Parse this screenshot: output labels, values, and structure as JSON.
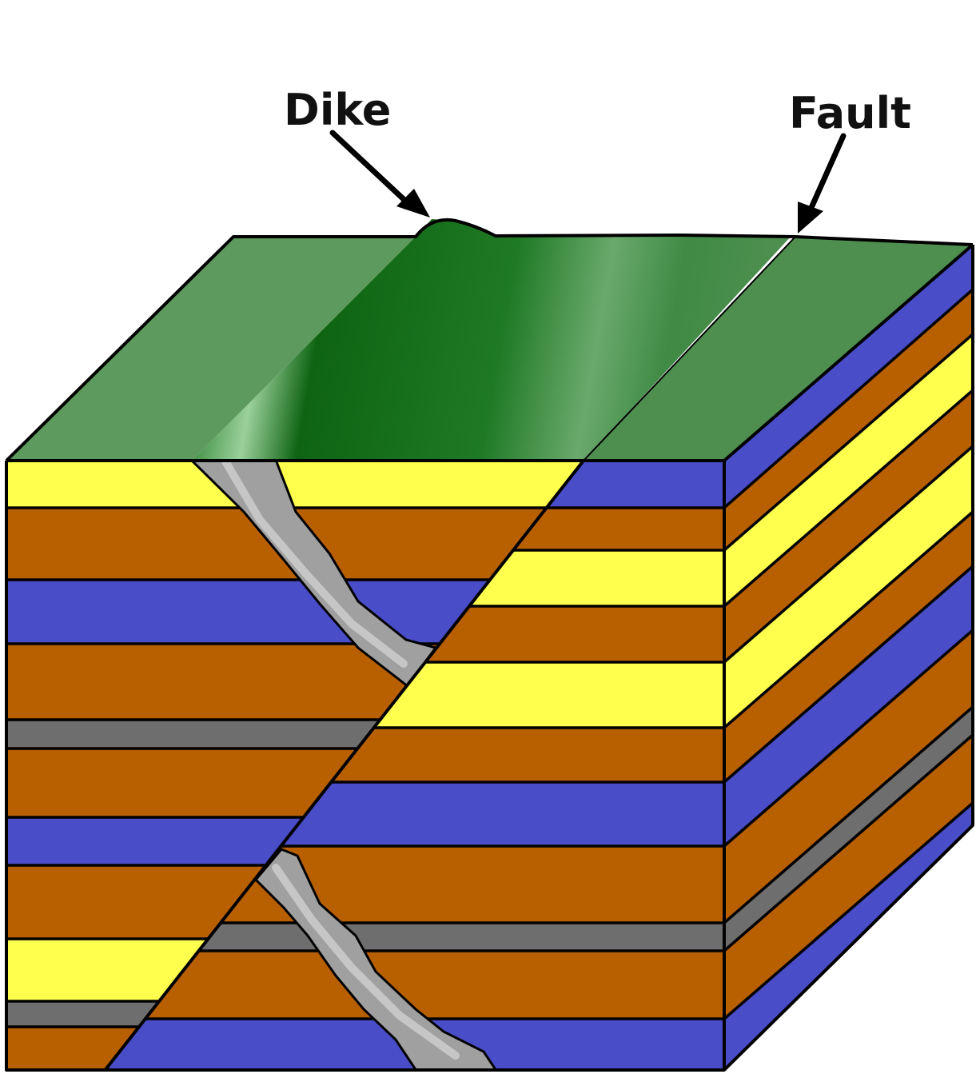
{
  "labels": {
    "dike": "Dike",
    "fault": "Fault"
  },
  "colors": {
    "brown": "#B86000",
    "yellow": "#FFFF4D",
    "blue": "#4A4DC8",
    "gray": "#6E6E6E",
    "surface_green": "#4E8F4F",
    "surface_dark_green": "#0E6412",
    "dike_gray": "#9A9A9A"
  },
  "layers": {
    "left_block": [
      "yellow",
      "brown",
      "blue",
      "brown",
      "gray",
      "brown",
      "blue",
      "brown",
      "yellow",
      "gray",
      "brown"
    ],
    "right_block": [
      "blue",
      "brown",
      "yellow",
      "brown",
      "yellow",
      "brown",
      "blue",
      "brown",
      "gray",
      "brown",
      "blue"
    ]
  }
}
